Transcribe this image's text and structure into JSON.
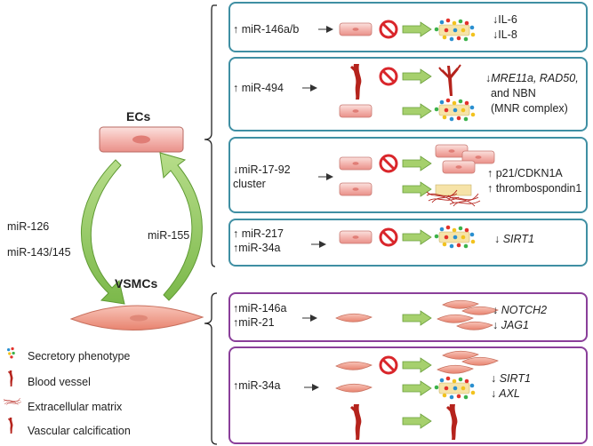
{
  "left": {
    "ecs_label": "ECs",
    "vsmcs_label": "VSMCs",
    "mir_left_1": "miR-126",
    "mir_left_2": "miR-143/145",
    "mir_right": "miR-155"
  },
  "legend": [
    {
      "label": "Secretory phenotype",
      "icon": "secretory-dots-icon"
    },
    {
      "label": "Blood vessel",
      "icon": "blood-vessel-icon"
    },
    {
      "label": "Extracellular matrix",
      "icon": "extracellular-matrix-icon"
    },
    {
      "label": "Vascular calcification",
      "icon": "calcification-icon"
    }
  ],
  "ec_panels": [
    {
      "mir_lines": [
        "↑ miR-146a/b"
      ],
      "effect_lines": [
        "↓IL-6",
        "↓IL-8"
      ]
    },
    {
      "mir_lines": [
        "↑ miR-494"
      ],
      "effect_lines": [
        "↓MRE11a, RAD50,",
        "and NBN",
        "(MNR complex)"
      ]
    },
    {
      "mir_lines": [
        "↓miR-17-92",
        "cluster"
      ],
      "effect_lines": [
        "↑ p21/CDKN1A",
        "↑ thrombospondin1"
      ]
    },
    {
      "mir_lines": [
        "↑ miR-217",
        "↑miR-34a"
      ],
      "effect_lines": [
        "↓ SIRT1"
      ]
    }
  ],
  "vsmc_panels": [
    {
      "mir_lines": [
        "↑miR-146a",
        "↑miR-21"
      ],
      "effect_lines": [
        "↓ NOTCH2",
        "↓ JAG1"
      ]
    },
    {
      "mir_lines": [
        "↑miR-34a"
      ],
      "effect_lines": [
        "↓ SIRT1",
        "↓ AXL"
      ]
    }
  ],
  "colors": {
    "teal_border": "#3f8fa3",
    "purple_border": "#8a3f9a",
    "green_arrow": "#8dc45a",
    "cell_pink": "#f2b8b3",
    "vessel_red": "#b5231c",
    "inhibit_red": "#d9262b"
  }
}
